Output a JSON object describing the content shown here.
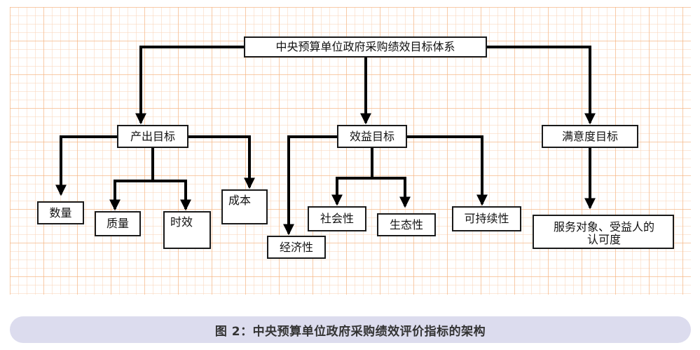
{
  "diagram": {
    "root": "中央预算单位政府采购绩效目标体系",
    "output_goal": "产出目标",
    "benefit_goal": "效益目标",
    "satisfaction_goal": "满意度目标",
    "quantity": "数量",
    "quality": "质量",
    "timeliness": "时效",
    "cost": "成本",
    "economic": "经济性",
    "social": "社会性",
    "ecological": "生态性",
    "sustainable": "可持续性",
    "satisfaction_line1": "服务对象、受益人的",
    "satisfaction_line2": "认可度"
  },
  "caption": "图 2：中央预算单位政府采购绩效评价指标的架构",
  "colors": {
    "grid_major": "#f4ad78",
    "grid_minor": "#fad6ba",
    "caption_bg": "#dcdcee",
    "caption_text": "#333333",
    "line": "#000000"
  }
}
